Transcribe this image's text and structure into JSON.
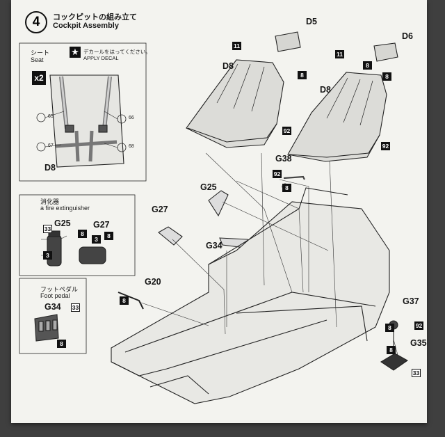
{
  "step": {
    "number": "4",
    "title_jp": "コックピットの組み立て",
    "title_en": "Cockpit Assembly"
  },
  "seat_inset": {
    "title_jp": "シート",
    "title_en": "Seat",
    "decal_jp": "デカールをはってください。",
    "decal_en": "APPLY DECAL",
    "quantity": "x2",
    "part": "D8",
    "decals": [
      "65",
      "66",
      "67",
      "68"
    ]
  },
  "extinguisher_inset": {
    "title_jp": "消化器",
    "title_en": "a fire extinguisher",
    "parts": [
      "G25",
      "G27"
    ],
    "boxes": [
      "33",
      "8",
      "3",
      "3",
      "8"
    ]
  },
  "pedal_inset": {
    "title_jp": "フットペダル",
    "title_en": "Foot pedal",
    "part": "G34",
    "boxes": [
      "33",
      "8"
    ]
  },
  "main_parts": [
    "D5",
    "D6",
    "D8",
    "D8",
    "G38",
    "G25",
    "G27",
    "G34",
    "G20",
    "G37",
    "G35"
  ],
  "colors": {
    "11": "11",
    "8": "8",
    "92": "92",
    "3": "3",
    "33": "33"
  }
}
